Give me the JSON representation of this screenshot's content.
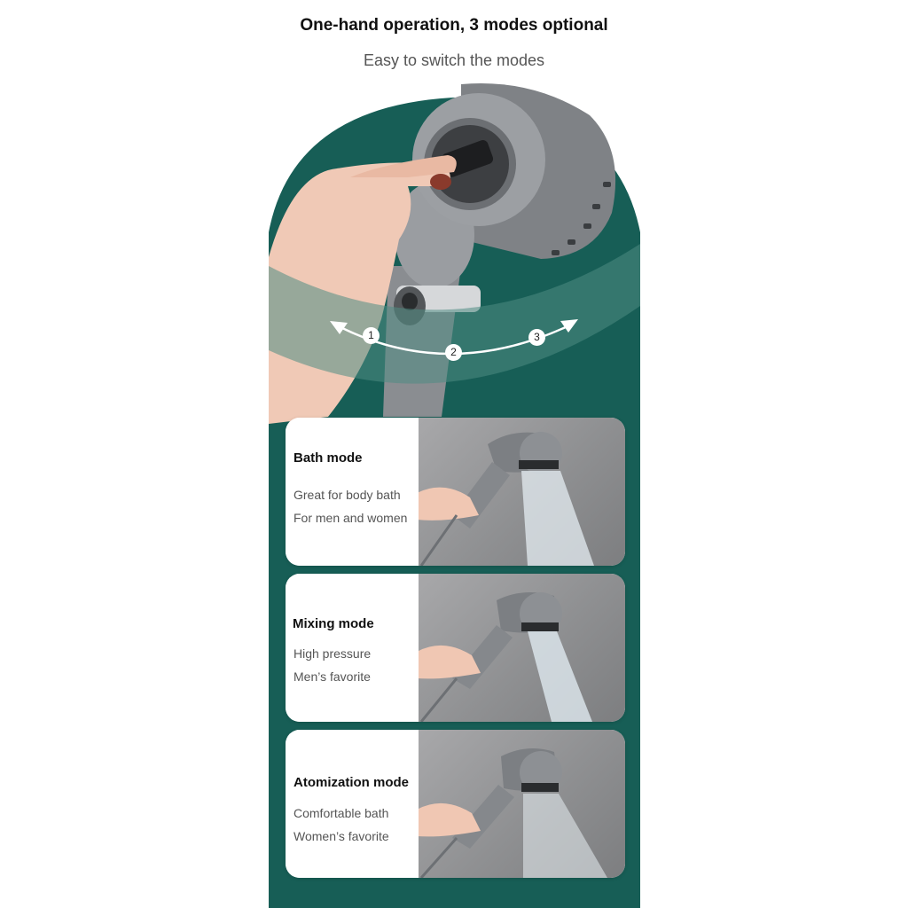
{
  "header": {
    "title": "One-hand operation, 3 modes optional",
    "subtitle": "Easy to switch the modes"
  },
  "switcher": {
    "positions": [
      "1",
      "2",
      "3"
    ]
  },
  "modes": [
    {
      "name": "Bath mode",
      "lines": [
        "Great for body bath",
        "For men and women"
      ]
    },
    {
      "name": "Mixing mode",
      "lines": [
        "High pressure",
        "Men’s favorite"
      ]
    },
    {
      "name": "Atomization mode",
      "lines": [
        "Comfortable bath",
        "Women’s favorite"
      ]
    }
  ],
  "colors": {
    "panel_green": "#175e56",
    "band_green": "#4f8d84",
    "card_white": "#ffffff",
    "shower_gray": "#8a8d91"
  }
}
